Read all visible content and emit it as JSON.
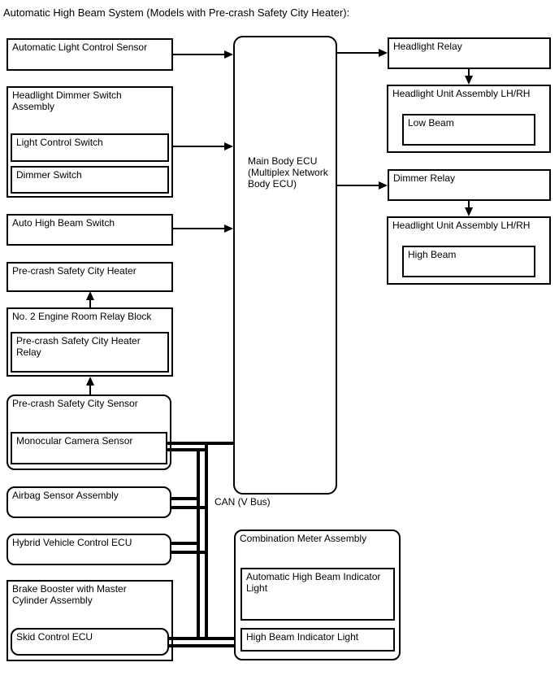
{
  "title": "Automatic High Beam System (Models with Pre-crash Safety City Heater):",
  "nodes": {
    "alcs": "Automatic Light Control Sensor",
    "hdsa": "Headlight Dimmer Switch Assembly",
    "lcs": "Light Control Switch",
    "ds": "Dimmer Switch",
    "ahbs": "Auto High Beam Switch",
    "pcsch": "Pre-crash Safety City Heater",
    "no2errb": "No. 2 Engine Room Relay Block",
    "pcschr": "Pre-crash Safety City Heater Relay",
    "pcscs": "Pre-crash Safety City Sensor",
    "mcs": "Monocular Camera Sensor",
    "airbag": "Airbag Sensor Assembly",
    "hvecu": "Hybrid Vehicle Control ECU",
    "brake": "Brake Booster with Master Cylinder Assembly",
    "skid": "Skid Control ECU",
    "mbecu": "Main Body ECU (Multiplex Network Body ECU)",
    "hlrelay": "Headlight Relay",
    "hua_low": "Headlight Unit Assembly LH/RH",
    "lowbeam": "Low Beam",
    "dimrelay": "Dimmer Relay",
    "hua_high": "Headlight Unit Assembly LH/RH",
    "highbeam": "High Beam",
    "cma": "Combination Meter Assembly",
    "ahbil": "Automatic High Beam Indicator Light",
    "hbil": "High Beam Indicator Light"
  },
  "labels": {
    "can_bus": "CAN (V Bus)"
  },
  "colors": {
    "line": "#000000",
    "background": "#ffffff"
  }
}
